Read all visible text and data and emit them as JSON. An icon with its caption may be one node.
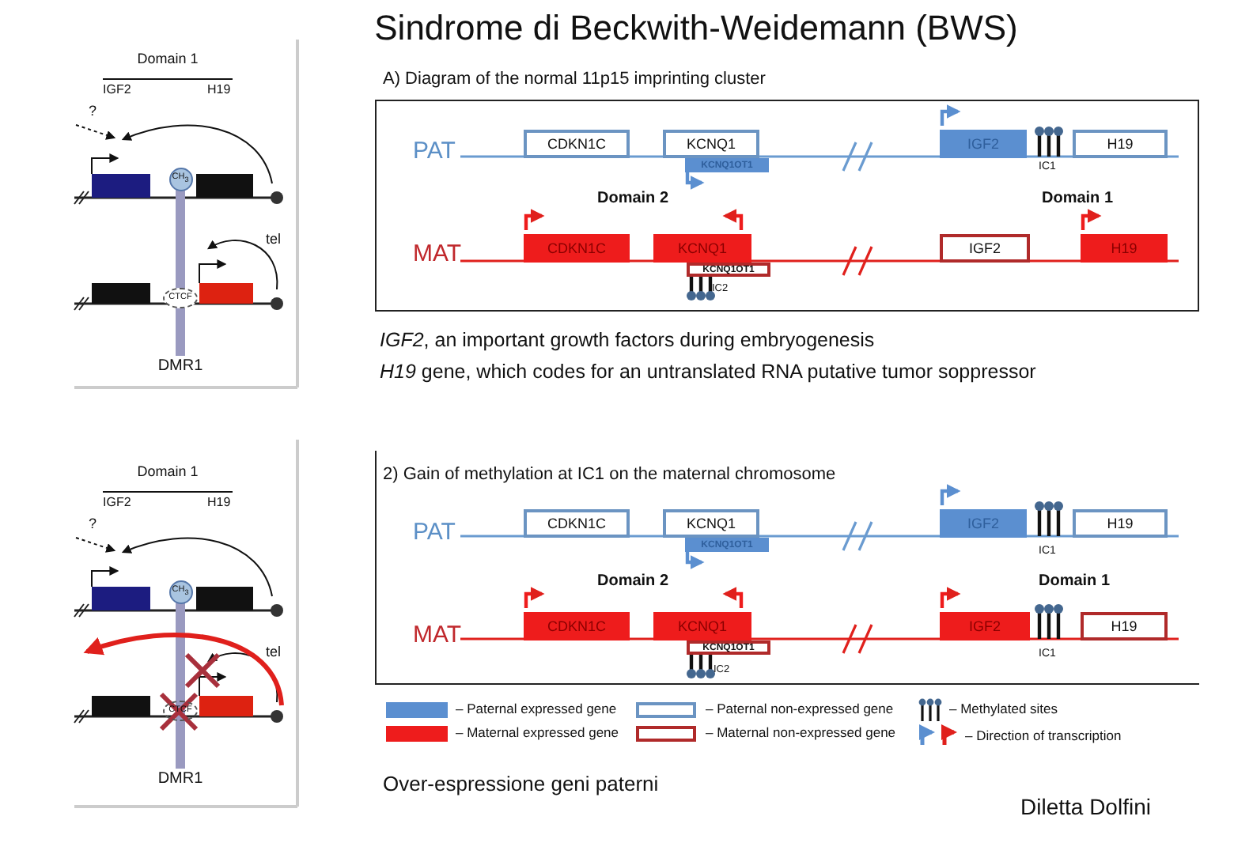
{
  "diagram": {
    "title": "Sindrome di Beckwith-Weidemann (BWS)",
    "nodes": [
      {
        "text": [
          "A) Diagram of the normal 11p15 imprinting cluster"
        ]
      },
      {
        "text": [
          "CDKN1C"
        ],
        "in": 0
      },
      {
        "text": [
          "KCNQ1"
        ],
        "in": 0
      },
      {
        "text": [
          "KCNQ1OT1"
        ],
        "in": 0
      },
      {
        "text": [
          "IGF2"
        ],
        "in": 0
      },
      {
        "text": [
          "H19"
        ],
        "in": 0
      },
      {
        "text": [
          "CDKN1C"
        ],
        "in": 0
      },
      {
        "text": [
          "KCNQ1"
        ],
        "in": 0
      },
      {
        "text": [
          "KCNQ1OT1"
        ],
        "in": 0
      },
      {
        "text": [
          "IGF2"
        ],
        "in": 0
      },
      {
        "text": [
          "H19"
        ],
        "in": 0
      },
      {
        "text": [
          "2) Gain of methylation at IC1 on the maternal chromosome"
        ]
      },
      {
        "text": [
          "CDKN1C"
        ],
        "in": 11
      },
      {
        "text": [
          "KCNQ1"
        ],
        "in": 11
      },
      {
        "text": [
          "KCNQ1OT1"
        ],
        "in": 11
      },
      {
        "text": [
          "IGF2"
        ],
        "in": 11
      },
      {
        "text": [
          "H19"
        ],
        "in": 11
      },
      {
        "text": [
          "CDKN1C"
        ],
        "in": 11
      },
      {
        "text": [
          "KCNQ1"
        ],
        "in": 11
      },
      {
        "text": [
          "KCNQ1OT1"
        ],
        "in": 11
      },
      {
        "text": [
          "IGF2"
        ],
        "in": 11
      },
      {
        "text": [
          "H19"
        ],
        "in": 11
      },
      {
        "text": [
          "CH$_{3}$"
        ]
      },
      {
        "text": [
          "CTCF"
        ]
      },
      {
        "text": [
          "CH$_{3}$"
        ]
      },
      {
        "text": [
          "CTCF"
        ]
      }
    ],
    "labels": [
      "Domain 1",
      "IGF2",
      "H19",
      "?",
      "tel",
      "DMR1",
      "PAT",
      "IC1",
      "Domain 2",
      "Domain 1",
      "MAT",
      "IC2",
      "*IGF2*, an important growth factors during embryogenesis",
      "*H19* gene, which codes for an untranslated RNA putative tumor soppressor",
      "Domain 1",
      "IGF2",
      "H19",
      "?",
      "tel",
      "DMR1",
      "PAT",
      "IC1",
      "Domain 2",
      "Domain 1",
      "MAT",
      "IC1",
      "IC2",
      "Over-espressione geni paterni",
      "Diletta Dolfini"
    ],
    "legend": [
      {
        "text": "– Paternal expressed gene",
        "color": "#5b8fd0"
      },
      {
        "text": "– Paternal non-expressed gene"
      },
      {
        "text": "– Methylated sites"
      },
      {
        "text": "– Maternal expressed gene",
        "color": "#ee1c1c"
      },
      {
        "text": "– Maternal non-expressed gene"
      },
      {
        "text": "– Direction of transcription"
      }
    ]
  }
}
